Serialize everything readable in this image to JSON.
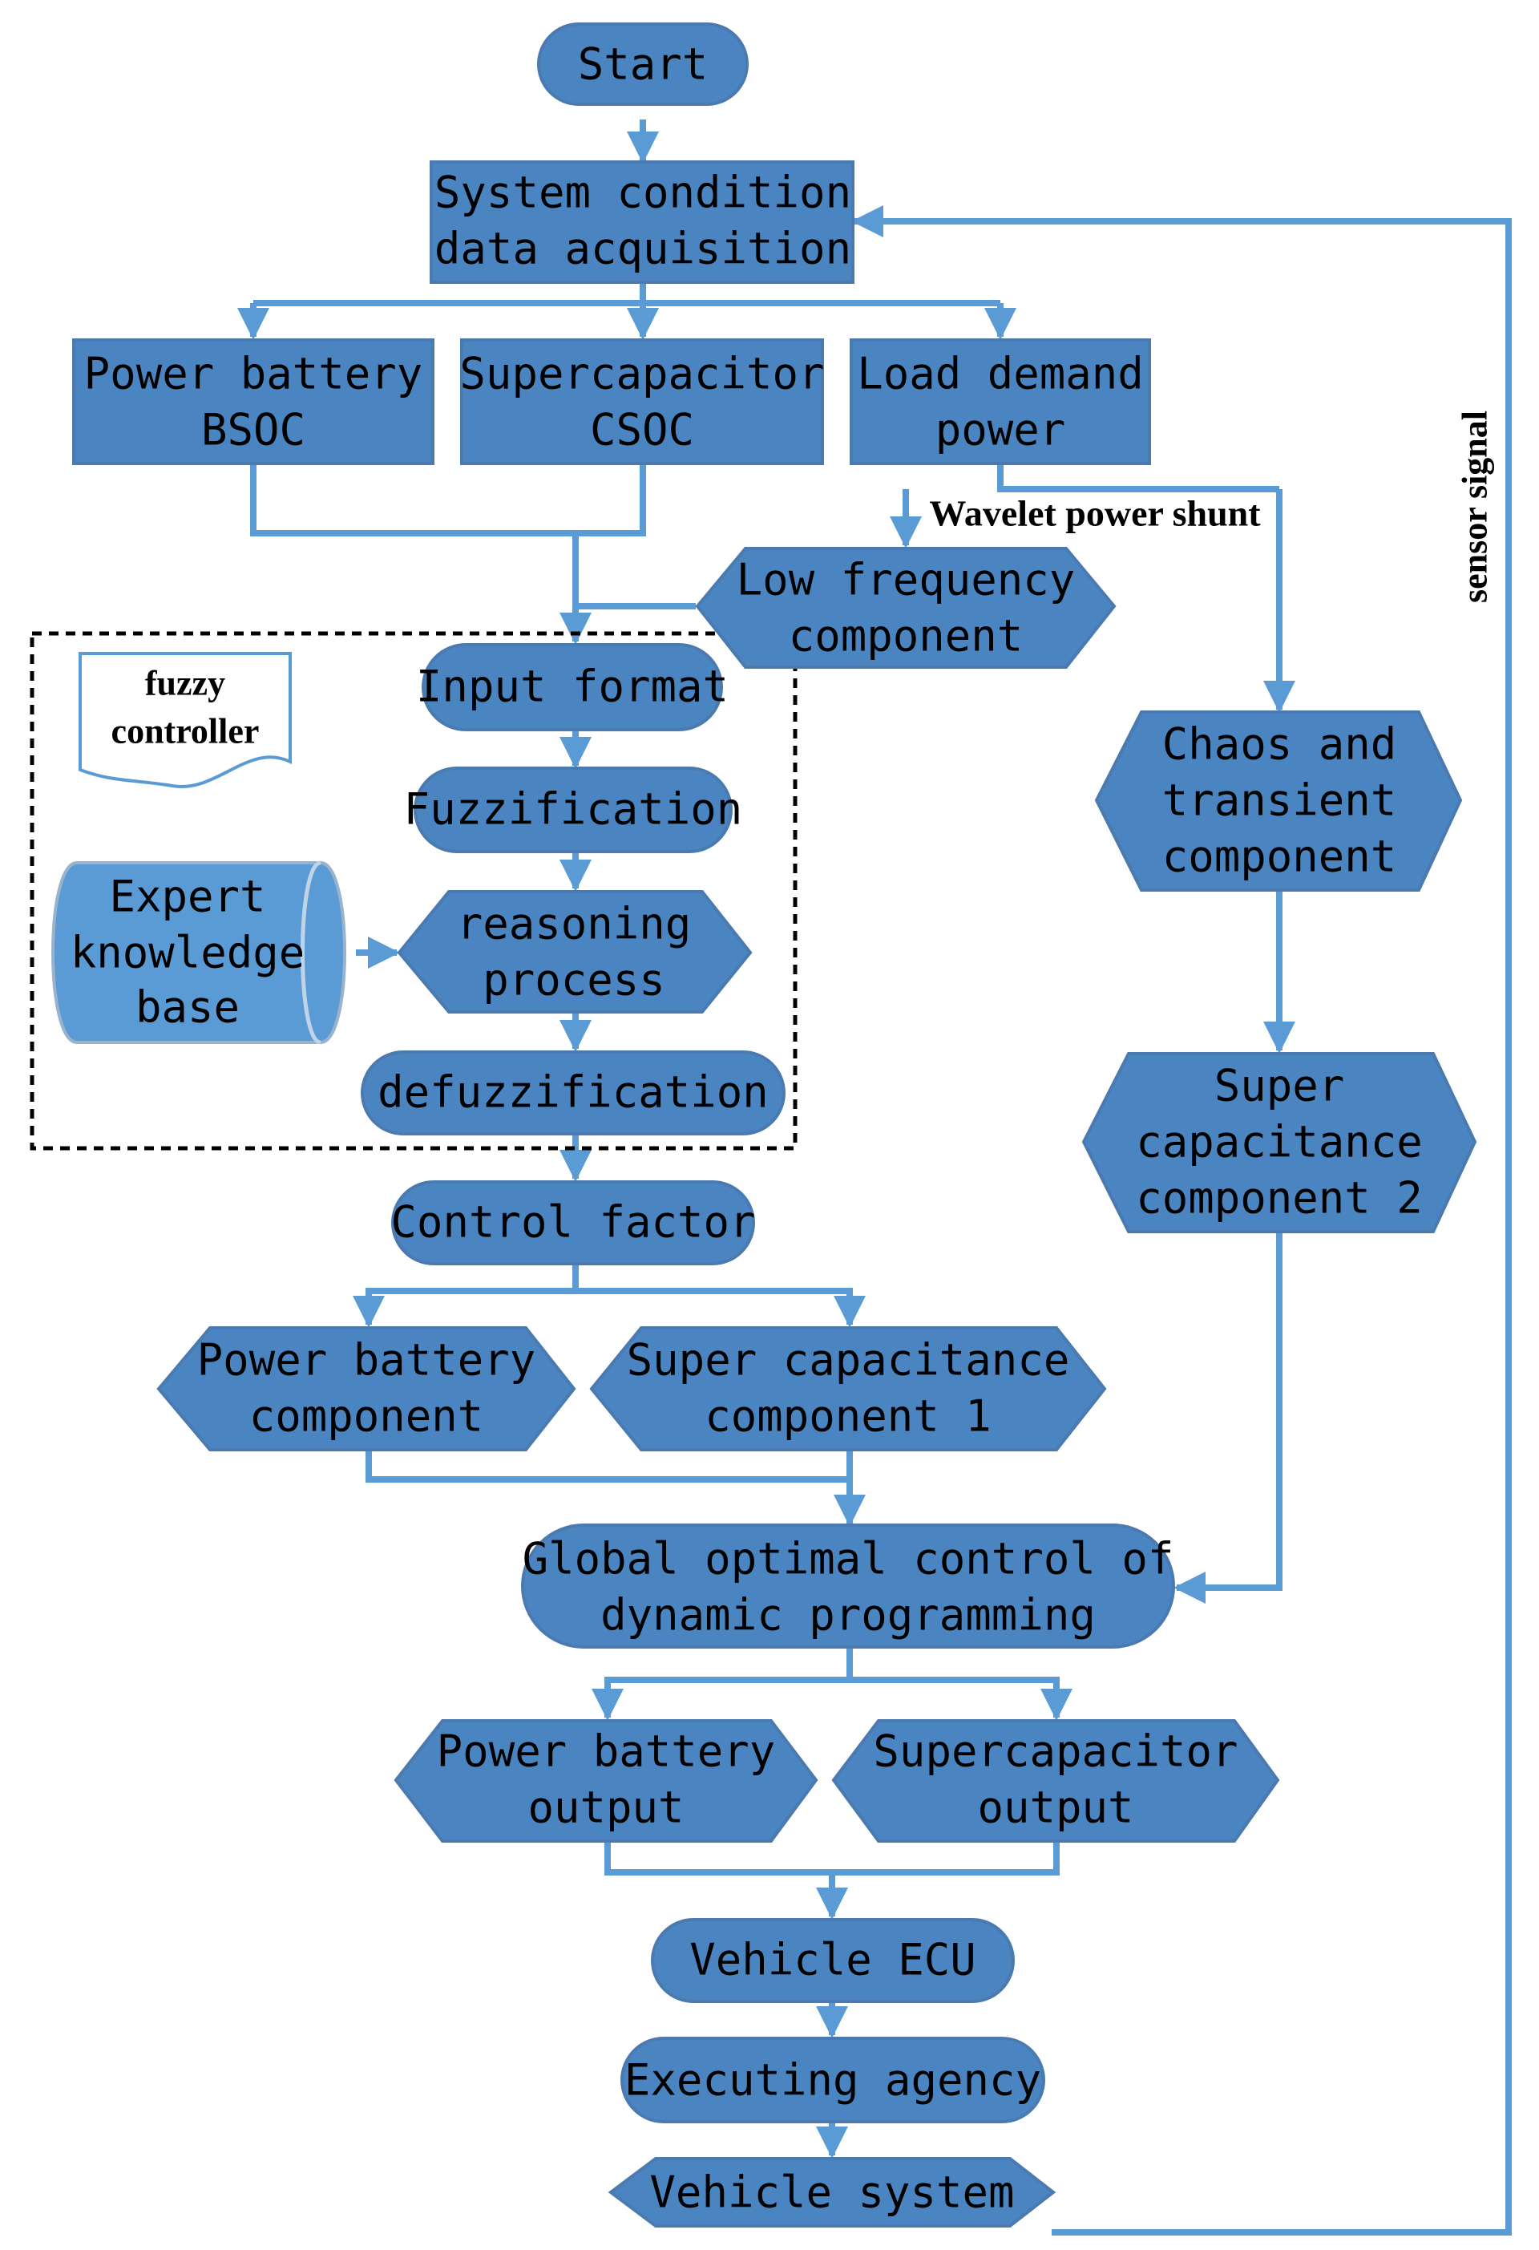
{
  "nodes": {
    "start": "Start",
    "acquisition": [
      "System condition",
      "data acquisition"
    ],
    "bsoc": [
      "Power battery",
      "BSOC"
    ],
    "csoc": [
      "Supercapacitor",
      "CSOC"
    ],
    "load": [
      "Load demand",
      "power"
    ],
    "low_freq": [
      "Low frequency",
      "component"
    ],
    "input_format": "Input format",
    "fuzzification": "Fuzzification",
    "reasoning": [
      "reasoning",
      "process"
    ],
    "defuzzification": "defuzzification",
    "expert_kb": [
      "Expert",
      "knowledge",
      "base"
    ],
    "control_factor": "Control factor",
    "pb_component": [
      "Power battery",
      "component"
    ],
    "sc_component1": [
      "Super capacitance",
      "component 1"
    ],
    "chaos": [
      "Chaos and",
      "transient",
      "component"
    ],
    "sc_component2": [
      "Super",
      "capacitance",
      "component 2"
    ],
    "global_opt": [
      "Global optimal control of",
      "dynamic programming"
    ],
    "pb_output": [
      "Power battery",
      "output"
    ],
    "sc_output": [
      "Supercapacitor",
      "output"
    ],
    "ecu": "Vehicle ECU",
    "executing": "Executing agency",
    "vehicle_system": "Vehicle system"
  },
  "labels": {
    "wavelet": "Wavelet power shunt",
    "sensor": "sensor signal",
    "fuzzy_controller": [
      "fuzzy",
      "controller"
    ]
  },
  "colors": {
    "node_fill": "#4a85c1",
    "connector": "#5b9bd5",
    "drum_fill": "#5b9bd5",
    "text": "#000000"
  }
}
